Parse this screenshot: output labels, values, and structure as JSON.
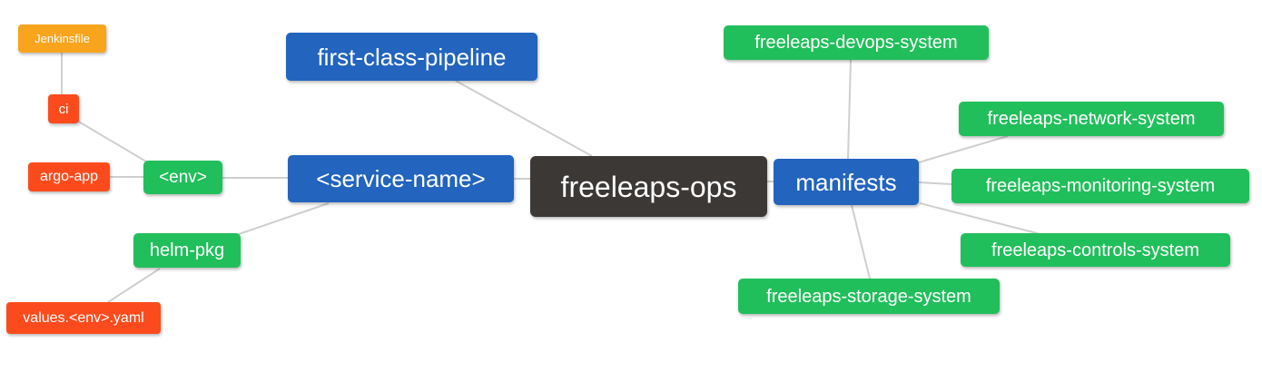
{
  "diagram_title": "freeleaps-ops mind map",
  "palette": {
    "green": "#21bf5b",
    "blue": "#2264be",
    "red": "#fb4b1d",
    "amber": "#f9a41d",
    "dark": "#3b3836",
    "edge": "#cfcfcf",
    "background": "#ffffff",
    "text": "#ffffff"
  },
  "nodes": [
    {
      "id": "jenkinsfile",
      "label": "Jenkinsfile",
      "color": "amber",
      "level": 4
    },
    {
      "id": "ci",
      "label": "ci",
      "color": "red",
      "level": 3
    },
    {
      "id": "argo-app",
      "label": "argo-app",
      "color": "red",
      "level": 3
    },
    {
      "id": "env",
      "label": "<env>",
      "color": "green",
      "level": 2
    },
    {
      "id": "helm-pkg",
      "label": "helm-pkg",
      "color": "green",
      "level": 2
    },
    {
      "id": "values-env-yaml",
      "label": "values.<env>.yaml",
      "color": "red",
      "level": 3
    },
    {
      "id": "first-class-pipeline",
      "label": "first-class-pipeline",
      "color": "blue",
      "level": 1
    },
    {
      "id": "service-name",
      "label": "<service-name>",
      "color": "blue",
      "level": 1
    },
    {
      "id": "freeleaps-ops",
      "label": "freeleaps-ops",
      "color": "dark",
      "level": 0
    },
    {
      "id": "manifests",
      "label": "manifests",
      "color": "blue",
      "level": 1
    },
    {
      "id": "freeleaps-devops-system",
      "label": "freeleaps-devops-system",
      "color": "green",
      "level": 2
    },
    {
      "id": "freeleaps-network-system",
      "label": "freeleaps-network-system",
      "color": "green",
      "level": 2
    },
    {
      "id": "freeleaps-monitoring-system",
      "label": "freeleaps-monitoring-system",
      "color": "green",
      "level": 2
    },
    {
      "id": "freeleaps-controls-system",
      "label": "freeleaps-controls-system",
      "color": "green",
      "level": 2
    },
    {
      "id": "freeleaps-storage-system",
      "label": "freeleaps-storage-system",
      "color": "green",
      "level": 2
    }
  ],
  "edges": [
    {
      "from": "jenkinsfile",
      "to": "ci"
    },
    {
      "from": "ci",
      "to": "env"
    },
    {
      "from": "argo-app",
      "to": "env"
    },
    {
      "from": "env",
      "to": "service-name"
    },
    {
      "from": "helm-pkg",
      "to": "service-name"
    },
    {
      "from": "values-env-yaml",
      "to": "helm-pkg"
    },
    {
      "from": "first-class-pipeline",
      "to": "freeleaps-ops"
    },
    {
      "from": "service-name",
      "to": "freeleaps-ops"
    },
    {
      "from": "freeleaps-ops",
      "to": "manifests"
    },
    {
      "from": "manifests",
      "to": "freeleaps-devops-system"
    },
    {
      "from": "manifests",
      "to": "freeleaps-network-system"
    },
    {
      "from": "manifests",
      "to": "freeleaps-monitoring-system"
    },
    {
      "from": "manifests",
      "to": "freeleaps-controls-system"
    },
    {
      "from": "manifests",
      "to": "freeleaps-storage-system"
    }
  ]
}
